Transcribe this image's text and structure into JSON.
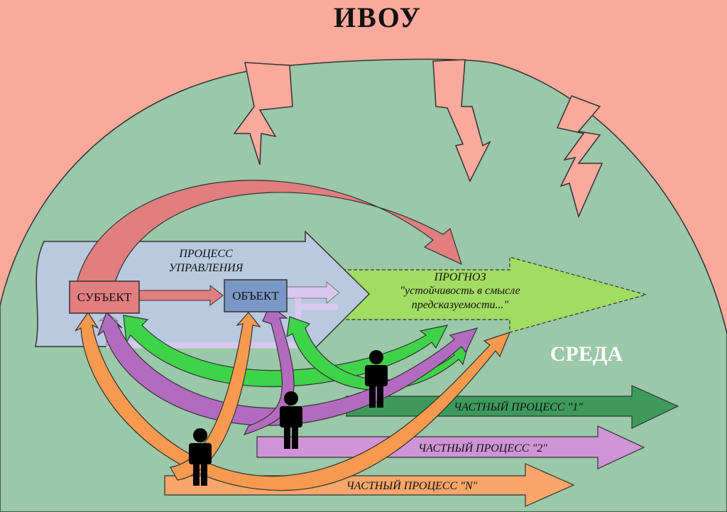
{
  "title": "ИВОУ",
  "environment_label": "СРЕДА",
  "control_process": {
    "label_line1": "ПРОЦЕСС",
    "label_line2": "УПРАВЛЕНИЯ"
  },
  "subject": {
    "label": "СУБЪЕКТ"
  },
  "object": {
    "label": "ОБЪЕКТ"
  },
  "forecast": {
    "line1": "ПРОГНОЗ",
    "line2": "\"устойчивость в смысле",
    "line3": "предсказуемости...\""
  },
  "private_processes": [
    {
      "label": "ЧАСТНЫЙ ПРОЦЕСС \"1\"",
      "color": "#3d9a5c"
    },
    {
      "label": "ЧАСТНЫЙ ПРОЦЕСС \"2\"",
      "color": "#cf94d6"
    },
    {
      "label": "ЧАСТНЫЙ ПРОЦЕСС \"N\"",
      "color": "#f9a66a"
    }
  ],
  "colors": {
    "outside": "#f9aa9d",
    "environment": "#9ac8a8",
    "control_arrow": "#b9c9df",
    "forecast_arrow": "#a3dc63",
    "subject_box": "#e07e80",
    "object_box": "#7a98c6",
    "red_arrow": "#e07e80",
    "green_arrow": "#3fd34a",
    "purple_arrow": "#b36bc0",
    "orange_arrow": "#f79a4f",
    "lavender_arrow": "#d8c8ee"
  }
}
